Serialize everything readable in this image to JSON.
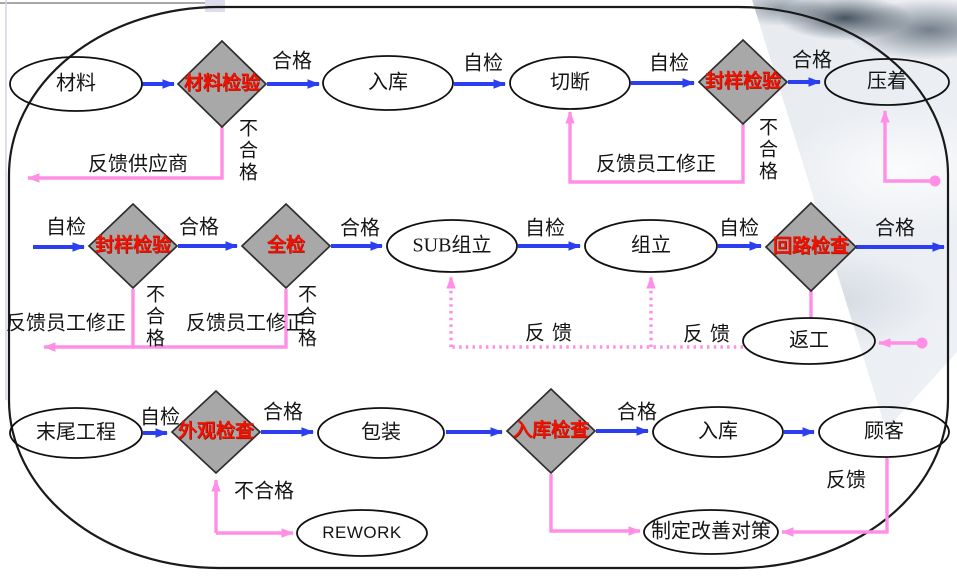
{
  "colors": {
    "arrow_pass_blue": "#2b3ef0",
    "arrow_feedback_pink": "#ff8fe6",
    "diamond_fill_gray": "#a8a8a8",
    "diamond_text_red": "#f21000",
    "node_outline": "#101010",
    "background": "#ffffff"
  },
  "nodes": {
    "material": "材料",
    "material_inspection": "材料检验",
    "warehouse_in": "入库",
    "cutting": "切断",
    "seal_sample_inspection": "封样检验",
    "crimping": "压着",
    "full_inspection": "全检",
    "sub_assembly": "SUB组立",
    "assembly": "组立",
    "circuit_inspection": "回路检查",
    "rework_cn": "返工",
    "final_process": "末尾工程",
    "appearance_inspection": "外观检查",
    "packaging": "包装",
    "warehouse_inspection": "入库检查",
    "customer": "顾客",
    "rework_en": "REWORK",
    "improvement_plan": "制定改善对策"
  },
  "labels": {
    "pass": "合格",
    "self_check": "自检",
    "fail": "不合格",
    "feedback": "反馈",
    "feedback_supplier": "反馈供应商",
    "feedback_worker_fix": "反馈员工修正"
  }
}
